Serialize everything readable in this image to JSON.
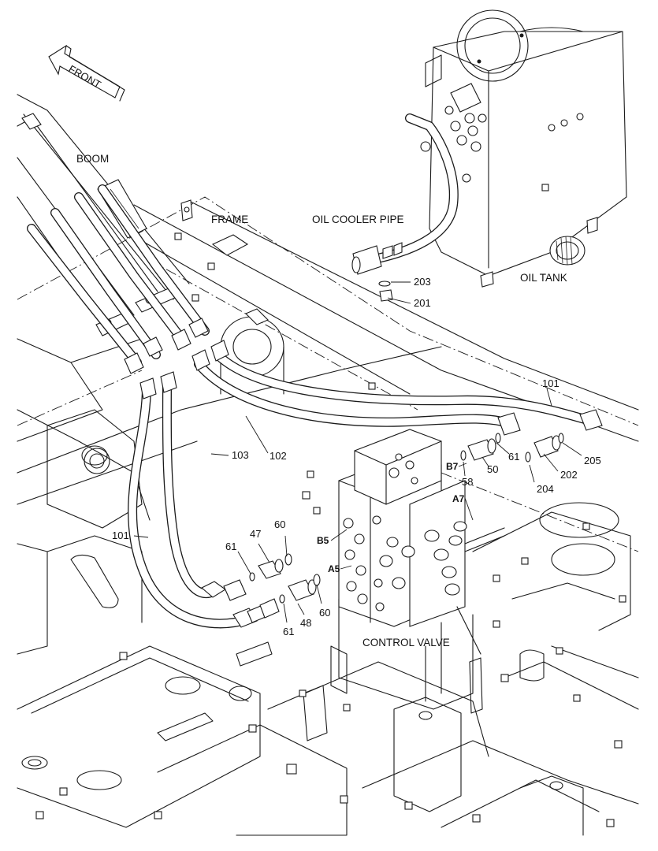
{
  "front_arrow": {
    "label": "FRONT"
  },
  "labels": {
    "boom": "BOOM",
    "frame": "FRAME",
    "oil_cooler_pipe": "OIL COOLER PIPE",
    "oil_tank": "OIL TANK",
    "control_valve": "CONTROL VALVE"
  },
  "ports": {
    "b7": "B7",
    "a7": "A7",
    "b5": "B5",
    "a5": "A5"
  },
  "part_numbers": {
    "p203": "203",
    "p201": "201",
    "p101_top": "101",
    "p102": "102",
    "p103": "103",
    "p101_left": "101",
    "p205": "205",
    "p202": "202",
    "p204": "204",
    "p61_right": "61",
    "p50": "50",
    "p58": "58",
    "p60_top": "60",
    "p47": "47",
    "p61_left": "61",
    "p48": "48",
    "p61_bottom": "61",
    "p60_bottom": "60"
  }
}
